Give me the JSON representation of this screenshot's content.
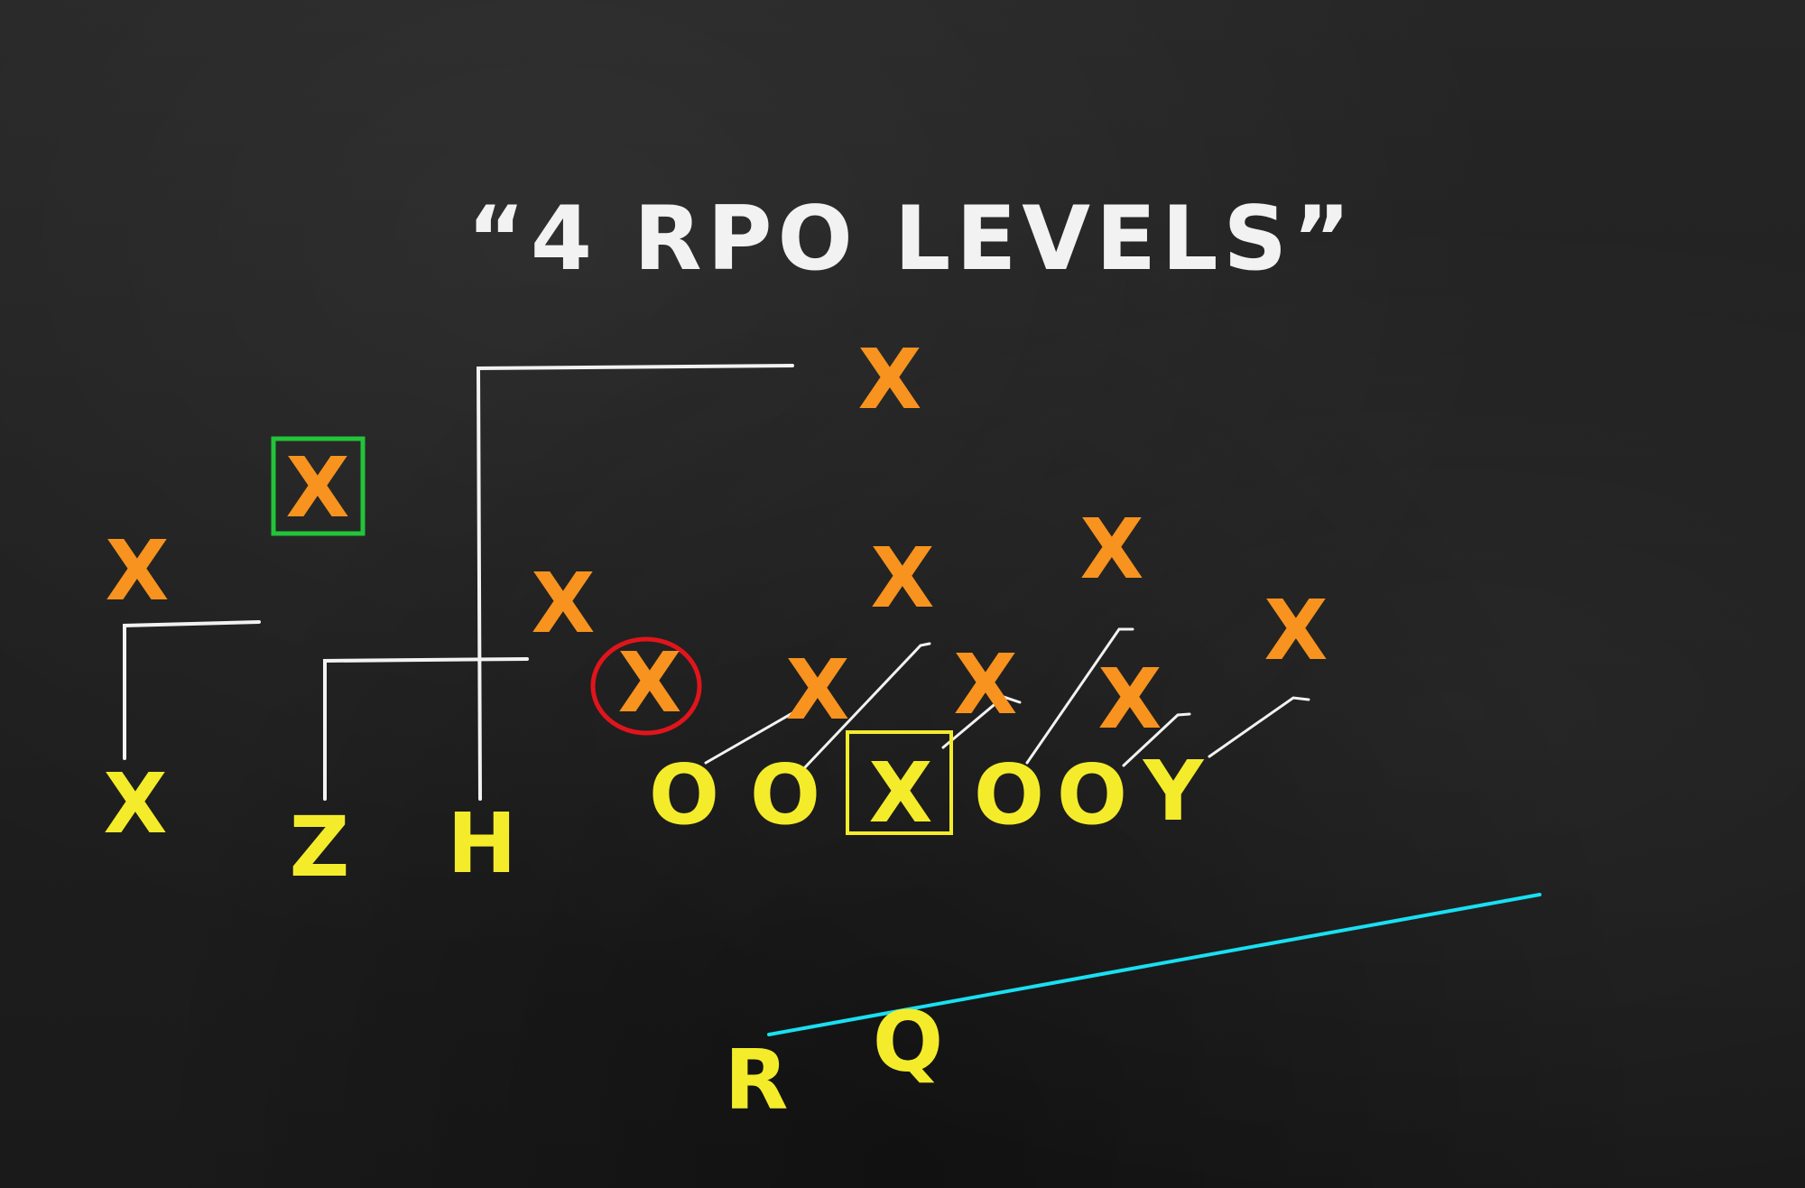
{
  "title": "“4 RPO LEVELS”",
  "colors": {
    "chalk_white": "#f2f2f2",
    "offense_yellow": "#f4ec2a",
    "defense_orange": "#f7931e",
    "highlight_green": "#22c43a",
    "highlight_red": "#e0151b",
    "highlight_yellow": "#f4ec2a",
    "qb_path_cyan": "#18e0f2"
  },
  "offense": {
    "receiver_x": "X",
    "receiver_z": "Z",
    "receiver_h": "H",
    "left_tackle": "O",
    "left_guard": "O",
    "center": "X",
    "right_guard": "O",
    "right_tackle": "O",
    "tight_end": "Y",
    "quarterback": "Q",
    "running_back": "R"
  },
  "defense": {
    "corner_left": "X",
    "safety_boxed": "X",
    "deep_safety": "X",
    "overhang": "X",
    "apex_circled": "X",
    "linebacker_mid": "X",
    "linebacker_right": "X",
    "end_left": "X",
    "tackle_mid": "X",
    "tackle_right": "X",
    "end_right": "X"
  }
}
